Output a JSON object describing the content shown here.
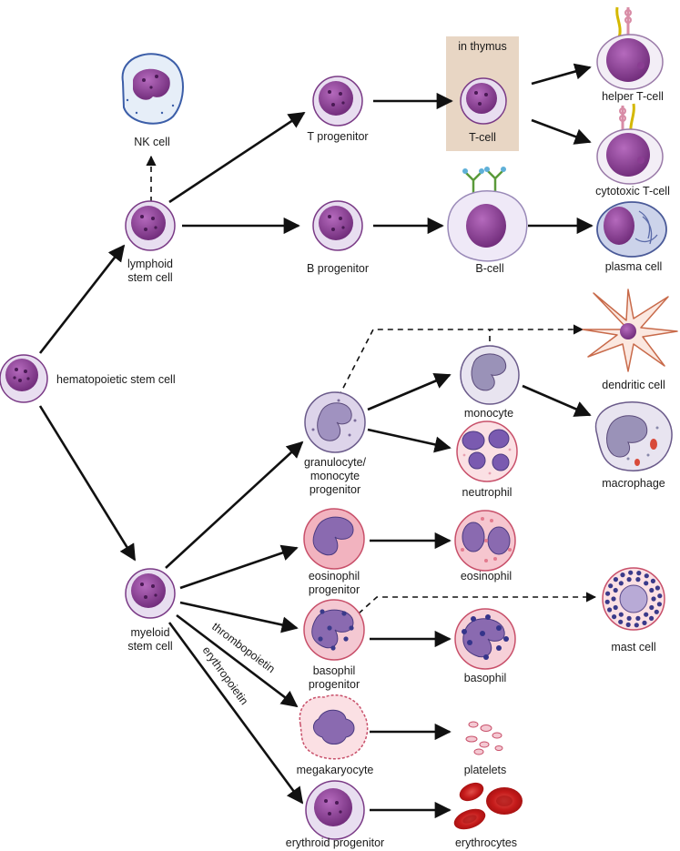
{
  "labels": {
    "hsc": "hematopoietic stem cell",
    "nk": "NK cell",
    "lymphoid_1": "lymphoid",
    "lymphoid_2": "stem cell",
    "t_prog": "T progenitor",
    "b_prog": "B progenitor",
    "thymus_box": "in thymus",
    "t_cell": "T-cell",
    "helper": "helper T-cell",
    "cytotoxic": "cytotoxic T-cell",
    "b_cell": "B-cell",
    "plasma": "plasma cell",
    "dendritic": "dendritic cell",
    "monocyte": "monocyte",
    "macrophage": "macrophage",
    "gm_1": "granulocyte/",
    "gm_2": "monocyte",
    "gm_3": "progenitor",
    "neutrophil": "neutrophil",
    "eos_prog_1": "eosinophil",
    "eos_prog_2": "progenitor",
    "eosinophil": "eosinophil",
    "myeloid_1": "myeloid",
    "myeloid_2": "stem cell",
    "baso_prog_1": "basophil",
    "baso_prog_2": "progenitor",
    "basophil": "basophil",
    "mast": "mast cell",
    "megakaryocyte": "megakaryocyte",
    "platelets": "platelets",
    "erythroid": "erythroid progenitor",
    "erythrocytes": "erythrocytes",
    "thrombopoietin": "thrombopoietin",
    "erythropoietin": "erythropoietin"
  },
  "colors": {
    "stem_outer": "#e8def0",
    "stem_inner": "#8a3d92",
    "granular": "#c9b8dc",
    "eos_pink": "#f2b3bf",
    "thymus_box": "#e8d6c4",
    "rbc": "#c81e1e",
    "arrow": "#111111"
  }
}
